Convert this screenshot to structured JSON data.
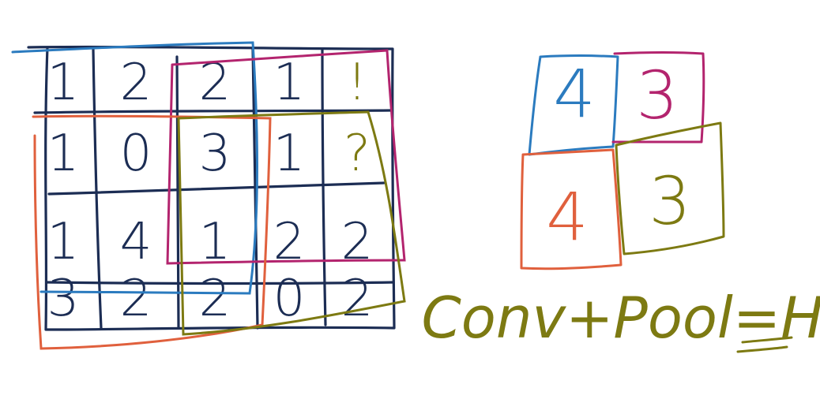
{
  "colors": {
    "ink": "#1c2d54",
    "blue": "#2b7bbf",
    "magenta": "#b3246e",
    "orange": "#e0603d",
    "olive": "#7d7a12"
  },
  "input_grid": {
    "rows": [
      [
        "1",
        "2",
        "2",
        "1",
        "!"
      ],
      [
        "1",
        "0",
        "3",
        "1",
        "?"
      ],
      [
        "1",
        "4",
        "1",
        "2",
        "2"
      ],
      [
        "3",
        "2",
        "2",
        "0",
        "2"
      ]
    ]
  },
  "output_grid": {
    "cells": [
      {
        "value": "4",
        "color": "blue"
      },
      {
        "value": "3",
        "color": "magenta"
      },
      {
        "value": "4",
        "color": "orange"
      },
      {
        "value": "3",
        "color": "olive"
      }
    ]
  },
  "caption": "Conv+Pool=HL"
}
